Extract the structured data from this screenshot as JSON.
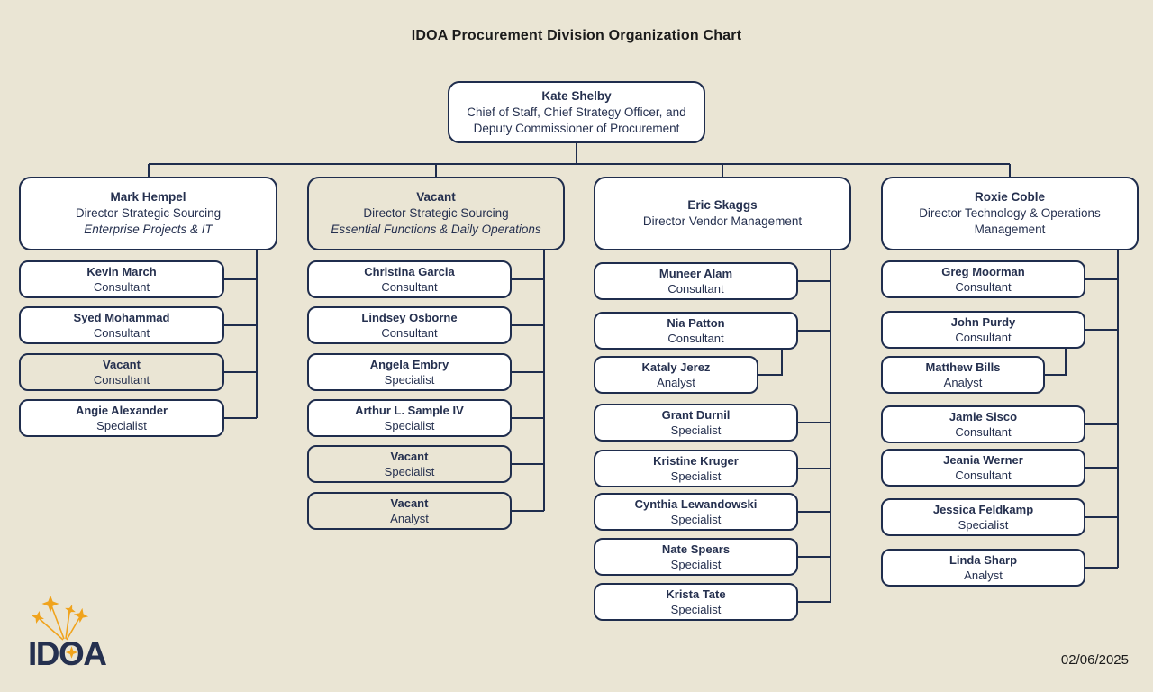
{
  "title": "IDOA Procurement Division Organization Chart",
  "date": "02/06/2025",
  "logo": {
    "text": "IDOA"
  },
  "colors": {
    "background": "#eae5d4",
    "box_fill": "#ffffff",
    "vacant_fill": "#eae5d4",
    "border": "#1f2d4d",
    "text": "#25304f",
    "gold": "#f0a31c"
  },
  "root": {
    "name": "Kate Shelby",
    "title": "Chief of Staff, Chief Strategy Officer, and Deputy Commissioner of Procurement"
  },
  "columns": [
    {
      "director": {
        "name": "Mark Hempel",
        "title": "Director Strategic Sourcing",
        "subtitle": "Enterprise Projects & IT"
      },
      "children": [
        {
          "name": "Kevin March",
          "title": "Consultant"
        },
        {
          "name": "Syed Mohammad",
          "title": "Consultant"
        },
        {
          "name": "Vacant",
          "title": "Consultant"
        },
        {
          "name": "Angie Alexander",
          "title": "Specialist"
        }
      ]
    },
    {
      "director": {
        "name": "Vacant",
        "title": "Director Strategic Sourcing",
        "subtitle": "Essential Functions & Daily Operations"
      },
      "children": [
        {
          "name": "Christina Garcia",
          "title": "Consultant"
        },
        {
          "name": "Lindsey Osborne",
          "title": "Consultant"
        },
        {
          "name": "Angela Embry",
          "title": "Specialist"
        },
        {
          "name": "Arthur L. Sample IV",
          "title": "Specialist"
        },
        {
          "name": "Vacant",
          "title": "Specialist"
        },
        {
          "name": "Vacant",
          "title": "Analyst"
        }
      ]
    },
    {
      "director": {
        "name": "Eric Skaggs",
        "title": "Director Vendor Management"
      },
      "children": [
        {
          "name": "Muneer Alam",
          "title": "Consultant"
        },
        {
          "name": "Nia Patton",
          "title": "Consultant"
        },
        {
          "name": "Kataly Jerez",
          "title": "Analyst"
        },
        {
          "name": "Grant Durnil",
          "title": "Specialist"
        },
        {
          "name": "Kristine Kruger",
          "title": "Specialist"
        },
        {
          "name": "Cynthia Lewandowski",
          "title": "Specialist"
        },
        {
          "name": "Nate Spears",
          "title": "Specialist"
        },
        {
          "name": "Krista Tate",
          "title": "Specialist"
        }
      ]
    },
    {
      "director": {
        "name": "Roxie Coble",
        "title": "Director Technology & Operations Management"
      },
      "children": [
        {
          "name": "Greg Moorman",
          "title": "Consultant"
        },
        {
          "name": "John Purdy",
          "title": "Consultant"
        },
        {
          "name": "Matthew Bills",
          "title": "Analyst"
        },
        {
          "name": "Jamie Sisco",
          "title": "Consultant"
        },
        {
          "name": "Jeania Werner",
          "title": "Consultant"
        },
        {
          "name": "Jessica Feldkamp",
          "title": "Specialist"
        },
        {
          "name": "Linda Sharp",
          "title": "Analyst"
        }
      ]
    }
  ]
}
